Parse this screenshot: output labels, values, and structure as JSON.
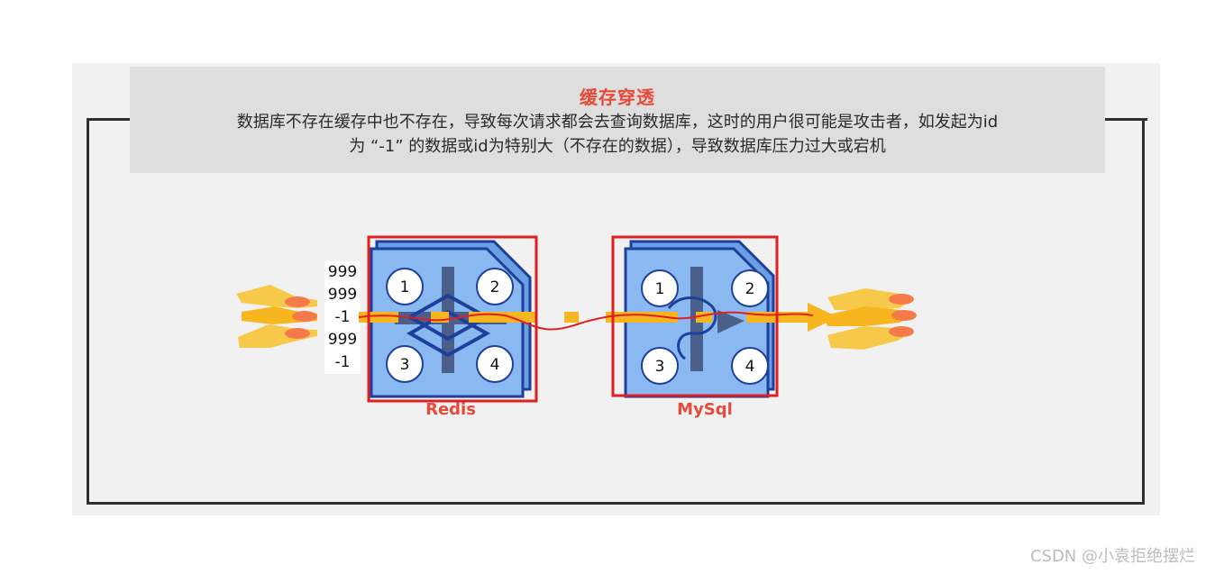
{
  "title": "缓存穿透",
  "description": [
    "数据库不存在缓存中也不存在，导致每次请求都会去查询数据库，这时的用户很可能是攻击者，如发起为id",
    "为 “-1” 的数据或id为特别大（不存在的数据），导致数据库压力过大或宕机"
  ],
  "requests": [
    "999",
    "999",
    "-1",
    "999",
    "-1"
  ],
  "nodes": [
    {
      "label": "Redis",
      "quadrants": [
        "1",
        "2",
        "3",
        "4"
      ]
    },
    {
      "label": "MySql",
      "quadrants": [
        "1",
        "2",
        "3",
        "4"
      ]
    }
  ],
  "watermark": "CSDN @小袁拒绝摆烂",
  "colors": {
    "accent_red": "#e64a3a",
    "arrow_yellow": "#f7b520",
    "node_blue": "#8ab8f0",
    "node_border": "#1e3f9a"
  }
}
